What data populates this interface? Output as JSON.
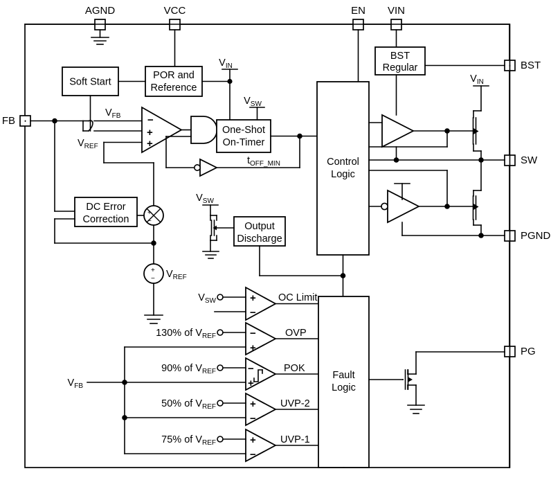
{
  "diagram": {
    "title": "Synchronous Buck Converter Functional Block Diagram",
    "pins": {
      "agnd": "AGND",
      "vcc": "VCC",
      "en": "EN",
      "vin": "VIN",
      "bst": "BST",
      "sw": "SW",
      "pgnd": "PGND",
      "pg": "PG",
      "fb": "FB"
    },
    "blocks": {
      "soft_start": "Soft Start",
      "por_line1": "POR and",
      "por_line2": "Reference",
      "bst_reg_line1": "BST",
      "bst_reg_line2": "Regular",
      "one_shot_line1": "One-Shot",
      "one_shot_line2": "On-Timer",
      "control_logic_line1": "Control",
      "control_logic_line2": "Logic",
      "dc_error_line1": "DC Error",
      "dc_error_line2": "Correction",
      "output_discharge_line1": "Output",
      "output_discharge_line2": "Discharge",
      "fault_logic_line1": "Fault",
      "fault_logic_line2": "Logic"
    },
    "signals": {
      "vfb_main": "V",
      "vfb_main_sub": "FB",
      "vref_main": "V",
      "vref_main_sub": "REF",
      "vin_node_top": "V",
      "vin_node_top_sub": "IN",
      "vin_node_hs": "V",
      "vin_node_hs_sub": "IN",
      "vsw_oneshot": "V",
      "vsw_oneshot_sub": "SW",
      "vsw_discharge": "V",
      "vsw_discharge_sub": "SW",
      "toff_min": "t",
      "toff_min_sub": "OFF_MIN",
      "vref_source": "V",
      "vref_source_sub": "REF",
      "vfb_bus": "V",
      "vfb_bus_sub": "FB"
    },
    "comparators": [
      {
        "id": "oc-limit",
        "input_label": "V",
        "input_sub": "SW",
        "input_prefix": "",
        "output": "OC Limit",
        "top_sign": "+",
        "bottom_sign": "−",
        "hysteresis": false
      },
      {
        "id": "ovp",
        "input_label": "V",
        "input_sub": "REF",
        "input_prefix": "130% of ",
        "output": "OVP",
        "top_sign": "−",
        "bottom_sign": "+",
        "hysteresis": false
      },
      {
        "id": "pok",
        "input_label": "V",
        "input_sub": "REF",
        "input_prefix": "90% of ",
        "output": "POK",
        "top_sign": "−",
        "bottom_sign": "+",
        "hysteresis": true
      },
      {
        "id": "uvp-2",
        "input_label": "V",
        "input_sub": "REF",
        "input_prefix": "50% of ",
        "output": "UVP-2",
        "top_sign": "+",
        "bottom_sign": "−",
        "hysteresis": false
      },
      {
        "id": "uvp-1",
        "input_label": "V",
        "input_sub": "REF",
        "input_prefix": "75% of ",
        "output": "UVP-1",
        "top_sign": "+",
        "bottom_sign": "−",
        "hysteresis": false
      }
    ],
    "main_comparator": {
      "sign_minus": "−",
      "sign_plus_1": "+",
      "sign_plus_2": "+"
    },
    "summing_node": {
      "plus": "+",
      "minus": "−"
    },
    "vref_source_symbol": {
      "plus": "+",
      "minus": "−"
    },
    "colors": {
      "line": "#000000",
      "background": "#ffffff",
      "fill": "#ffffff"
    }
  }
}
